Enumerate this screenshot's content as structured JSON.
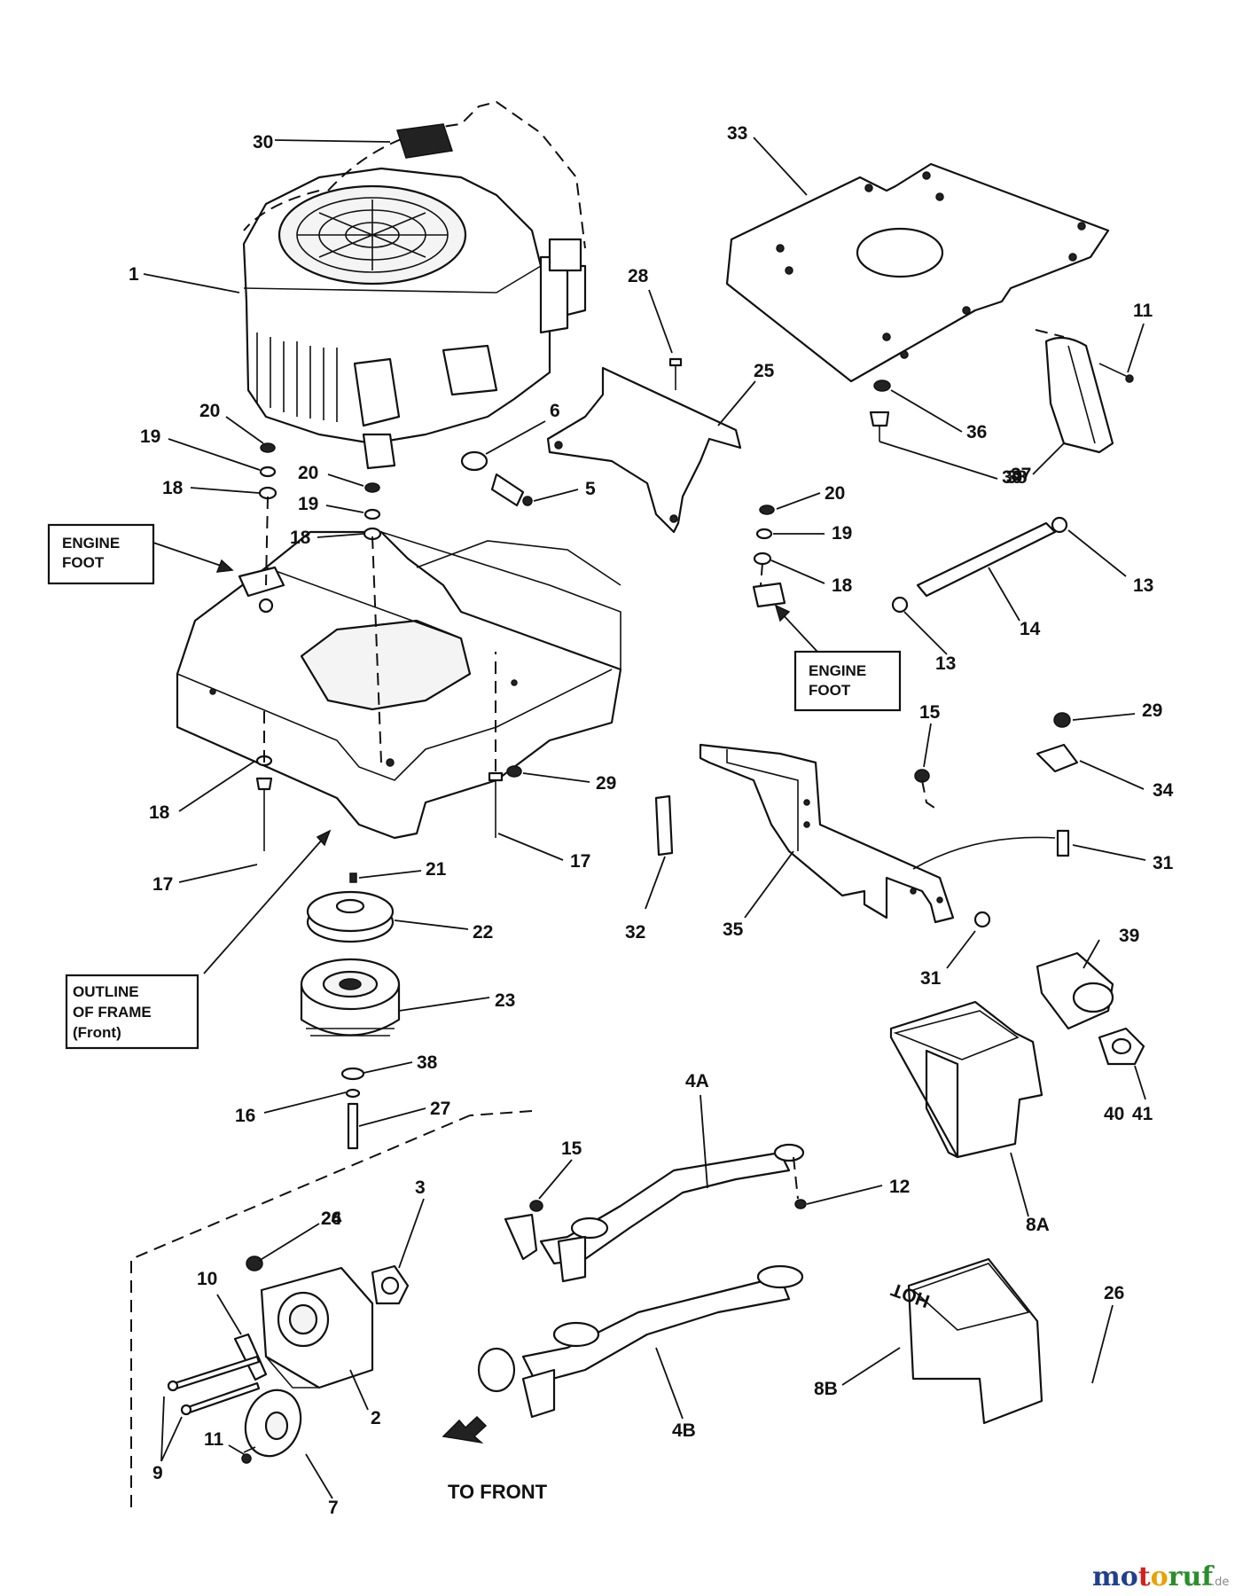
{
  "part_labels": [
    "1",
    "2",
    "3",
    "4A",
    "4B",
    "5",
    "6",
    "7",
    "8A",
    "8B",
    "9",
    "10",
    "11",
    "11",
    "12",
    "13",
    "13",
    "14",
    "15",
    "15",
    "16",
    "17",
    "17",
    "18",
    "18",
    "18",
    "18",
    "19",
    "19",
    "19",
    "20",
    "20",
    "20",
    "21",
    "22",
    "23",
    "24",
    "25",
    "26",
    "27",
    "28",
    "29",
    "29",
    "30",
    "31",
    "31",
    "32",
    "33",
    "34",
    "35",
    "36",
    "37",
    "38",
    "39",
    "40",
    "41"
  ],
  "callouts": {
    "engine_foot_left": [
      "ENGINE",
      "FOOT"
    ],
    "engine_foot_right": [
      "ENGINE",
      "FOOT"
    ],
    "outline_frame": [
      "OUTLINE",
      "OF FRAME",
      "(Front)"
    ]
  },
  "direction_label": "TO FRONT",
  "shield_text": "HOT",
  "watermark": {
    "brand": "motoruf",
    "suffix": ".de",
    "colors": [
      "#1f3f8f",
      "#d22020",
      "#e8a200",
      "#2a8f2a"
    ]
  }
}
